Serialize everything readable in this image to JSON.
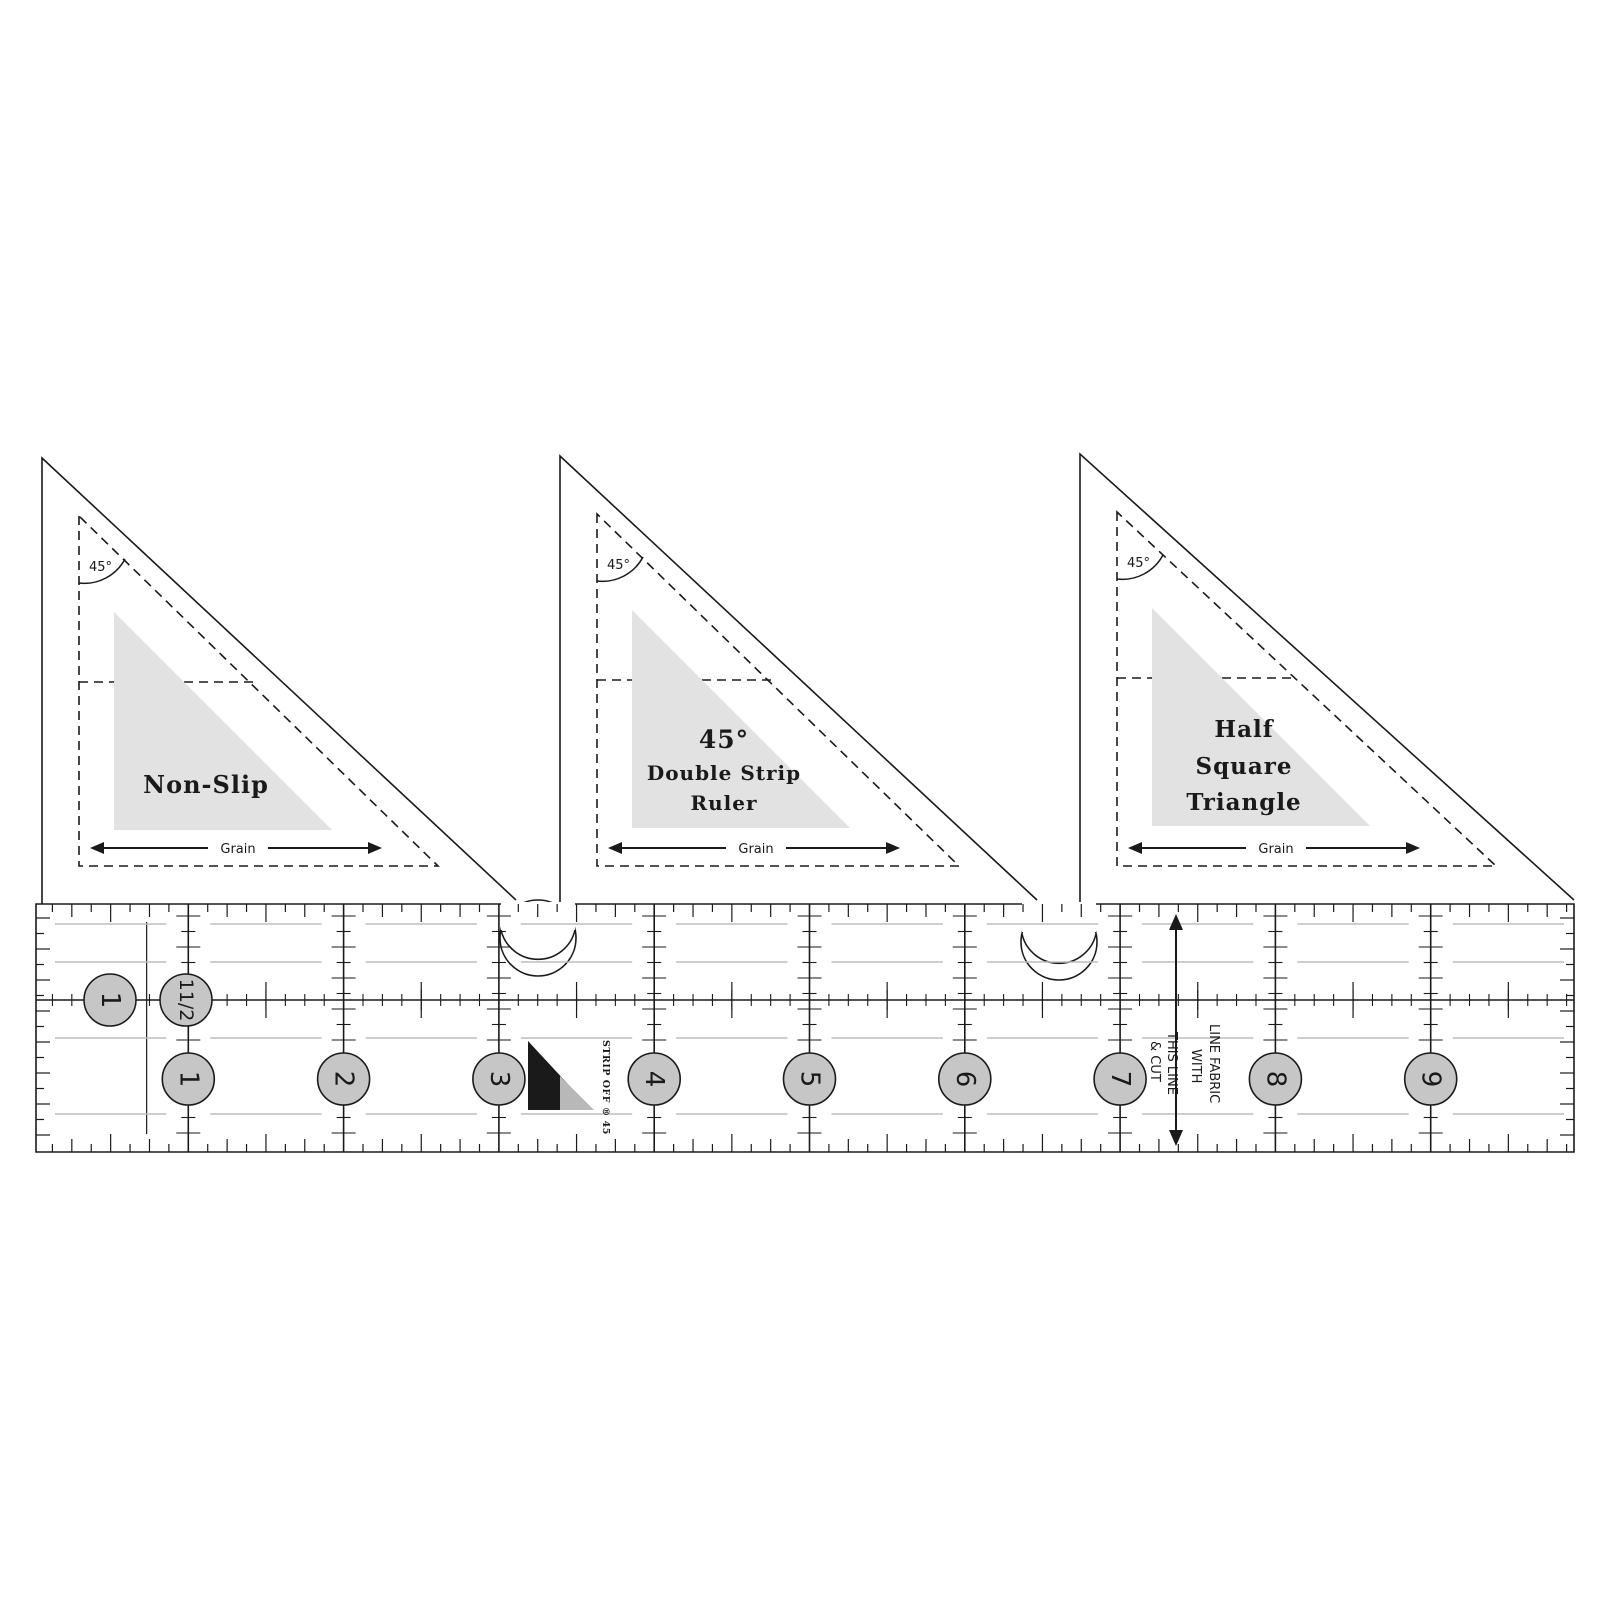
{
  "colors": {
    "outline": "#1a1a1a",
    "panel_fill": "#ffffff",
    "shaded_triangle": "#e2e2e2",
    "number_disc": "#c6c6c6",
    "grid_line": "#1a1a1a",
    "light_dash": "#bdbdbd",
    "logo_dark": "#1a1a1a",
    "logo_light": "#b8b8b8"
  },
  "triangles": [
    {
      "angle_label": "45°",
      "title_lines": [
        "Non-Slip"
      ],
      "grain_label": "Grain"
    },
    {
      "angle_label": "45°",
      "title_lines": [
        "45°",
        "Double Strip",
        "Ruler"
      ],
      "grain_label": "Grain"
    },
    {
      "angle_label": "45°",
      "title_lines": [
        "Half",
        "Square",
        "Triangle"
      ],
      "grain_label": "Grain"
    }
  ],
  "ruler": {
    "top_row_numbers": [
      "1",
      "11/2"
    ],
    "bottom_row_numbers": [
      "1",
      "2",
      "3",
      "4",
      "5",
      "6",
      "7",
      "8",
      "9"
    ],
    "logo_caption": "STRIP OFF ® 45",
    "instruction_lines": [
      "LINE FABRIC",
      "WITH",
      "THIS LINE",
      "& CUT"
    ]
  }
}
